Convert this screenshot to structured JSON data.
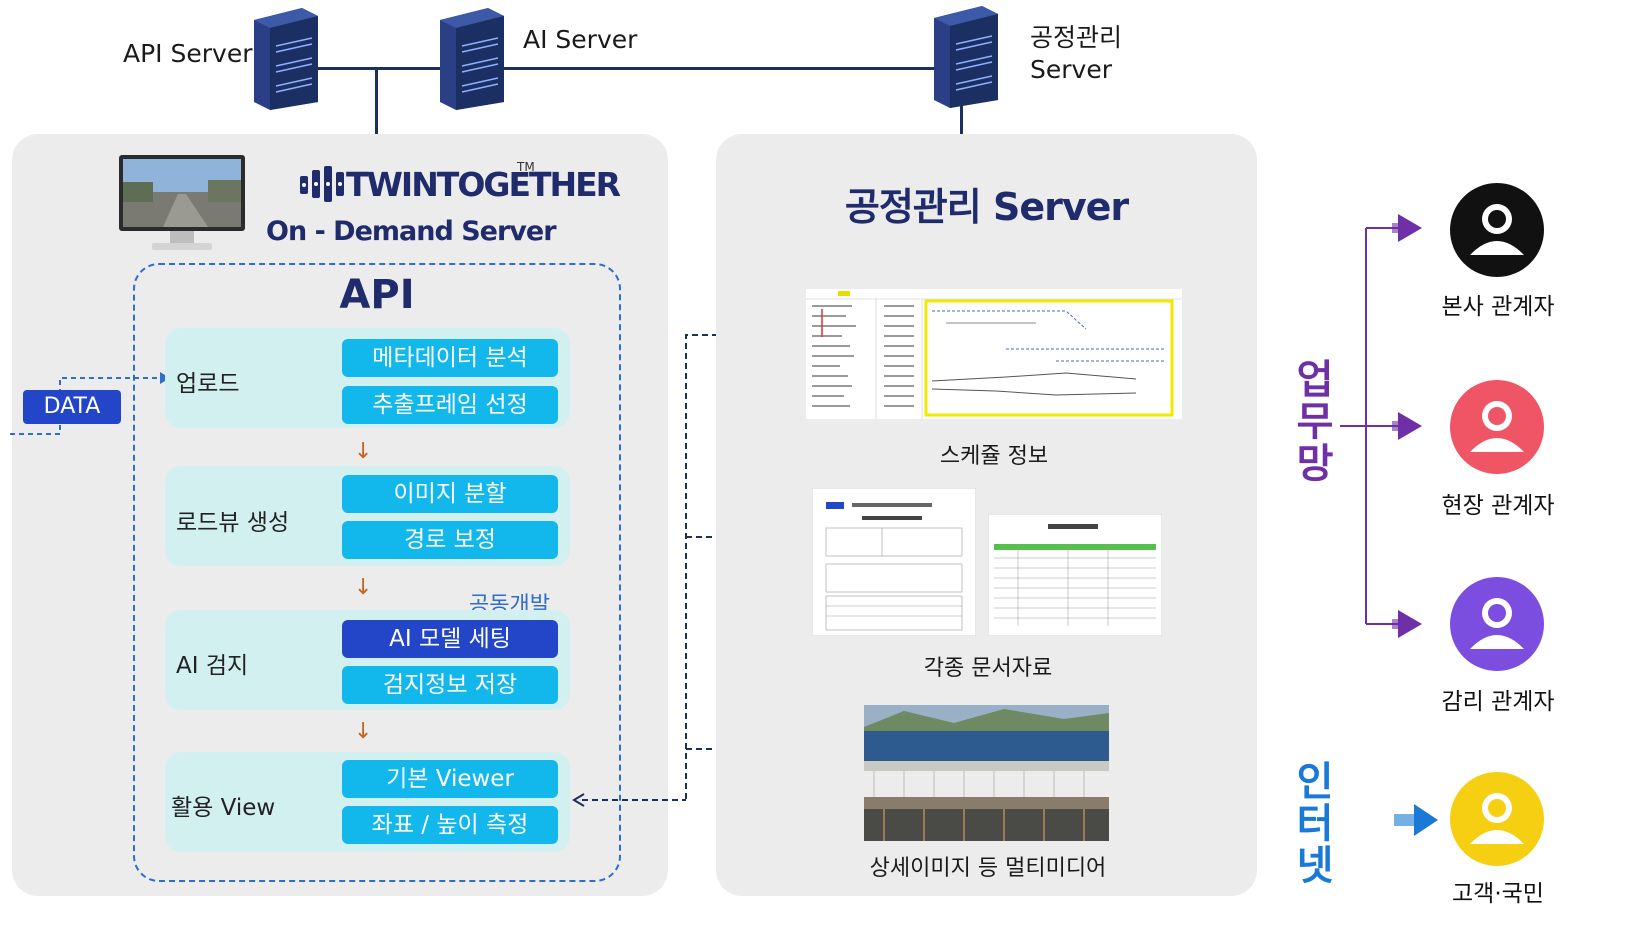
{
  "servers": {
    "api": "API Server",
    "ai": "AI Server",
    "process": "공정관리\nServer"
  },
  "left_panel": {
    "brand": "TWINTOGETHER",
    "trademark": "TM",
    "subtitle": "On - Demand Server",
    "api_title": "API",
    "data_badge": "DATA",
    "joint_dev": "공동개발",
    "rows": [
      {
        "label": "업로드",
        "pills": [
          "메타데이터 분석",
          "추출프레임 선정"
        ]
      },
      {
        "label": "로드뷰 생성",
        "pills": [
          "이미지 분할",
          "경로 보정"
        ]
      },
      {
        "label": "AI 검지",
        "pills": [
          "AI 모델 세팅",
          "검지정보 저장"
        ]
      },
      {
        "label": "활용 View",
        "pills": [
          "기본 Viewer",
          "좌표 / 높이 측정"
        ]
      }
    ]
  },
  "right_panel": {
    "title": "공정관리 Server",
    "captions": [
      "스케쥴 정보",
      "각종 문서자료",
      "상세이미지 등 멀티미디어"
    ]
  },
  "groups": {
    "business": "업무망",
    "internet": "인터넷"
  },
  "people": [
    {
      "label": "본사 관계자",
      "color": "#111111"
    },
    {
      "label": "현장 관계자",
      "color": "#f05565"
    },
    {
      "label": "감리 관계자",
      "color": "#7b4ee0"
    },
    {
      "label": "고객·국민",
      "color": "#f7cf12"
    }
  ],
  "colors": {
    "server_blue": "#1c2f63",
    "accent_cyan": "#12b8ec",
    "accent_blue": "#2346c8",
    "business_purple": "#6f2fa6",
    "internet_blue": "#1a79d6"
  }
}
